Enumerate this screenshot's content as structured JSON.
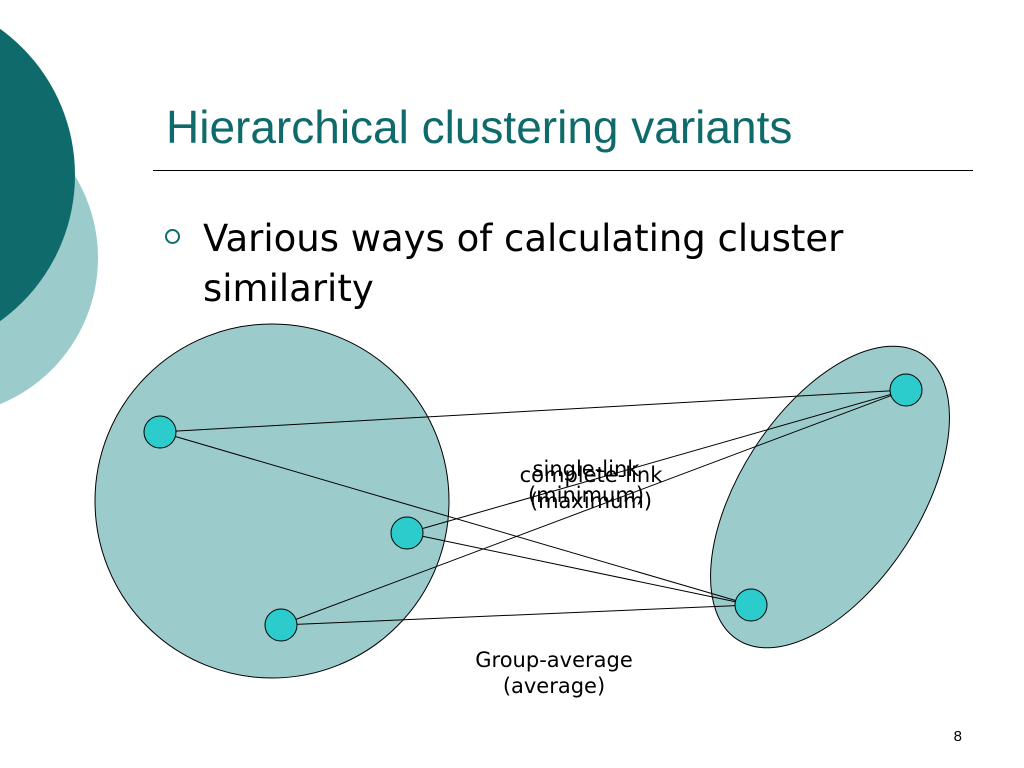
{
  "slide": {
    "title": "Hierarchical clustering variants",
    "bullets": [
      {
        "text": "Various ways of calculating cluster similarity"
      }
    ],
    "page_number": "8"
  },
  "diagram": {
    "labels": {
      "single_link": "single-link",
      "single_link_note": "(minimum)",
      "complete_link": "complete-link",
      "complete_link_note": "(maximum)",
      "group_average": "Group-average",
      "group_average_note": "(average)"
    }
  },
  "colors": {
    "accent_dark": "#0f6b6b",
    "accent_light": "#9ccbcc",
    "cluster_fill": "#9ccbcc",
    "point_fill": "#2ccccc"
  }
}
